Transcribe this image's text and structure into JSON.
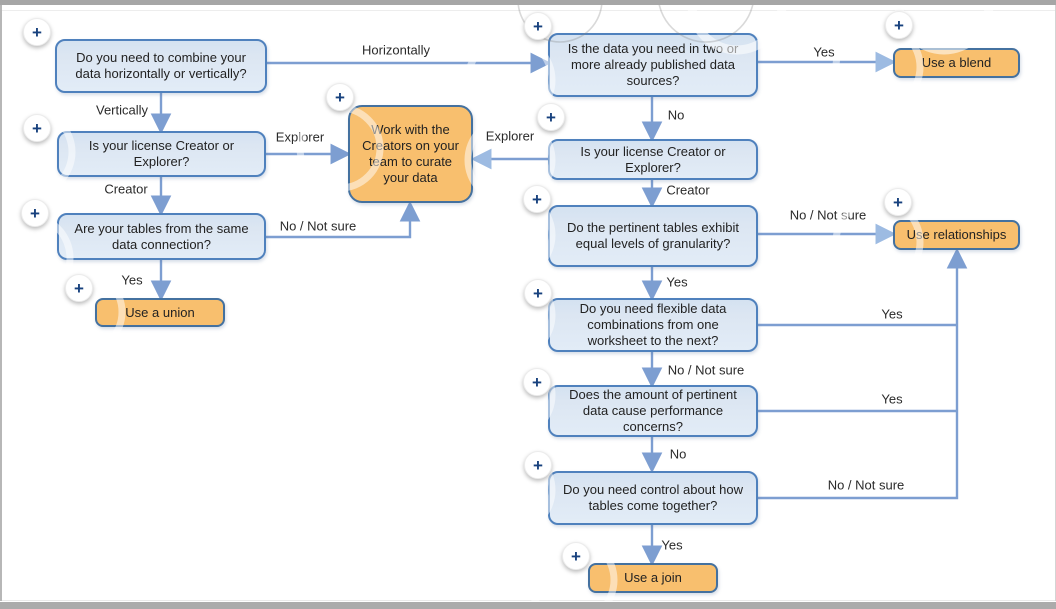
{
  "colors": {
    "question_fill": "#dce6f2",
    "question_border": "#4f81bd",
    "action_fill": "#f8bf6e",
    "action_border": "#44719f",
    "arrow": "#7d9ed1",
    "arrow_light": "#9dbbe2",
    "plus": "#17417e",
    "text": "#222222",
    "frame": "#a6a6a6"
  },
  "icons": {
    "plus": "+"
  },
  "nodes": {
    "combine": {
      "type": "question",
      "label": "Do you need to combine your data horizontally or vertically?"
    },
    "license_left": {
      "type": "question",
      "label": "Is your license Creator or Explorer?"
    },
    "same_connection": {
      "type": "question",
      "label": "Are your tables from the same data connection?"
    },
    "use_union": {
      "type": "action",
      "label": "Use a union"
    },
    "curate": {
      "type": "action",
      "label": "Work with the Creators on your team to curate your data"
    },
    "published_sources": {
      "type": "question",
      "label": "Is the data you need in two or more already published data sources?"
    },
    "license_right": {
      "type": "question",
      "label": "Is your license Creator or Explorer?"
    },
    "granularity": {
      "type": "question",
      "label": "Do the pertinent tables exhibit equal levels of granularity?"
    },
    "flexible_combinations": {
      "type": "question",
      "label": "Do you need flexible data combinations from one worksheet to the next?"
    },
    "performance": {
      "type": "question",
      "label": "Does the amount of pertinent data cause performance concerns?"
    },
    "control": {
      "type": "question",
      "label": "Do you need control about how tables come together?"
    },
    "use_join": {
      "type": "action",
      "label": "Use a join"
    },
    "use_blend": {
      "type": "action",
      "label": "Use a blend"
    },
    "use_relationships": {
      "type": "action",
      "label": "Use relationships"
    }
  },
  "edge_labels": {
    "horizontally": "Horizontally",
    "vertically": "Vertically",
    "explorer_left": "Explorer",
    "creator_left": "Creator",
    "no_not_sure_left": "No / Not sure",
    "yes_union": "Yes",
    "yes_blend": "Yes",
    "no_published": "No",
    "explorer_right": "Explorer",
    "creator_right": "Creator",
    "no_not_sure_granularity": "No / Not sure",
    "yes_granularity": "Yes",
    "yes_flexible": "Yes",
    "no_not_sure_flexible": "No / Not sure",
    "yes_performance": "Yes",
    "no_performance": "No",
    "no_not_sure_control": "No / Not sure",
    "yes_control": "Yes"
  }
}
